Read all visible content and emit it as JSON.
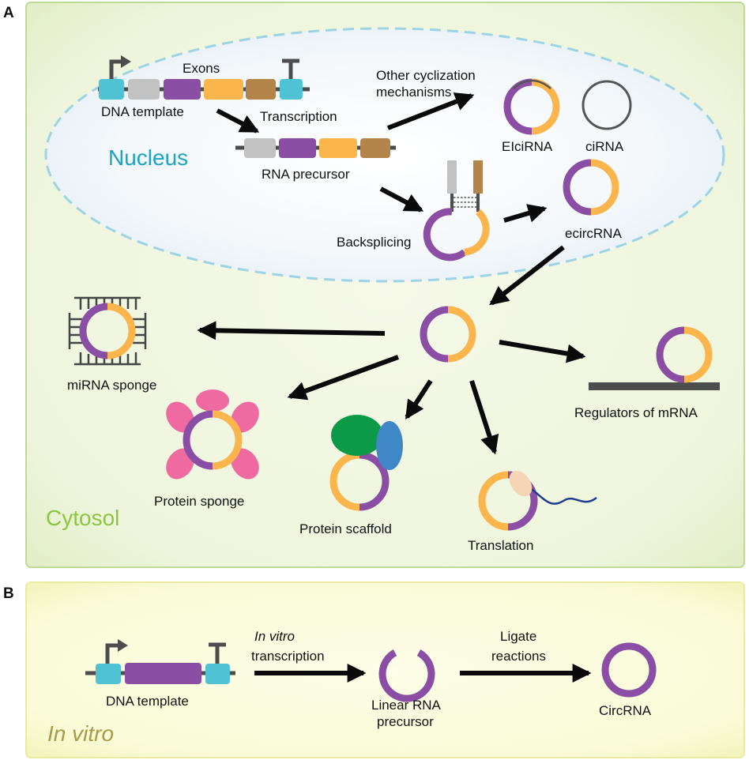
{
  "panels": {
    "a": "A",
    "b": "B"
  },
  "labels": {
    "exons": "Exons",
    "dna_template": "DNA template",
    "transcription": "Transcription",
    "nucleus": "Nucleus",
    "rna_precursor": "RNA precursor",
    "other_cyclization_1": "Other cyclization",
    "other_cyclization_2": "mechanisms",
    "eicirna": "EIciRNA",
    "cirna": "ciRNA",
    "backsplicing": "Backsplicing",
    "ecircrna": "ecircRNA",
    "mirna_sponge": "miRNA sponge",
    "protein_sponge": "Protein sponge",
    "protein_scaffold": "Protein scaffold",
    "translation": "Translation",
    "regulators": "Regulators of mRNA",
    "cytosol": "Cytosol",
    "b_dna_template": "DNA template",
    "in_vitro_italic": "In vitro",
    "in_vitro_rest": " transcription",
    "ligate_1": "Ligate",
    "ligate_2": "reactions",
    "linear_1": "Linear RNA",
    "linear_2": "precursor",
    "circrna": "CircRNA",
    "in_vitro_region": "In vitro"
  },
  "colors": {
    "purple": "#8a4fa5",
    "orange": "#fbb54d",
    "gray_exon": "#c2c2c2",
    "brown": "#b4854a",
    "teal": "#4fc3d3",
    "line": "#4d4d4d",
    "nucleus_text": "#1ea2c2",
    "cytosol_text": "#8cc63f",
    "invitro_text": "#a79b47",
    "pink": "#ef6aa0",
    "green": "#0c9a48",
    "blue": "#3f87c7",
    "ribosome": "#f5d5b5",
    "peptide": "#1f3c8f"
  }
}
